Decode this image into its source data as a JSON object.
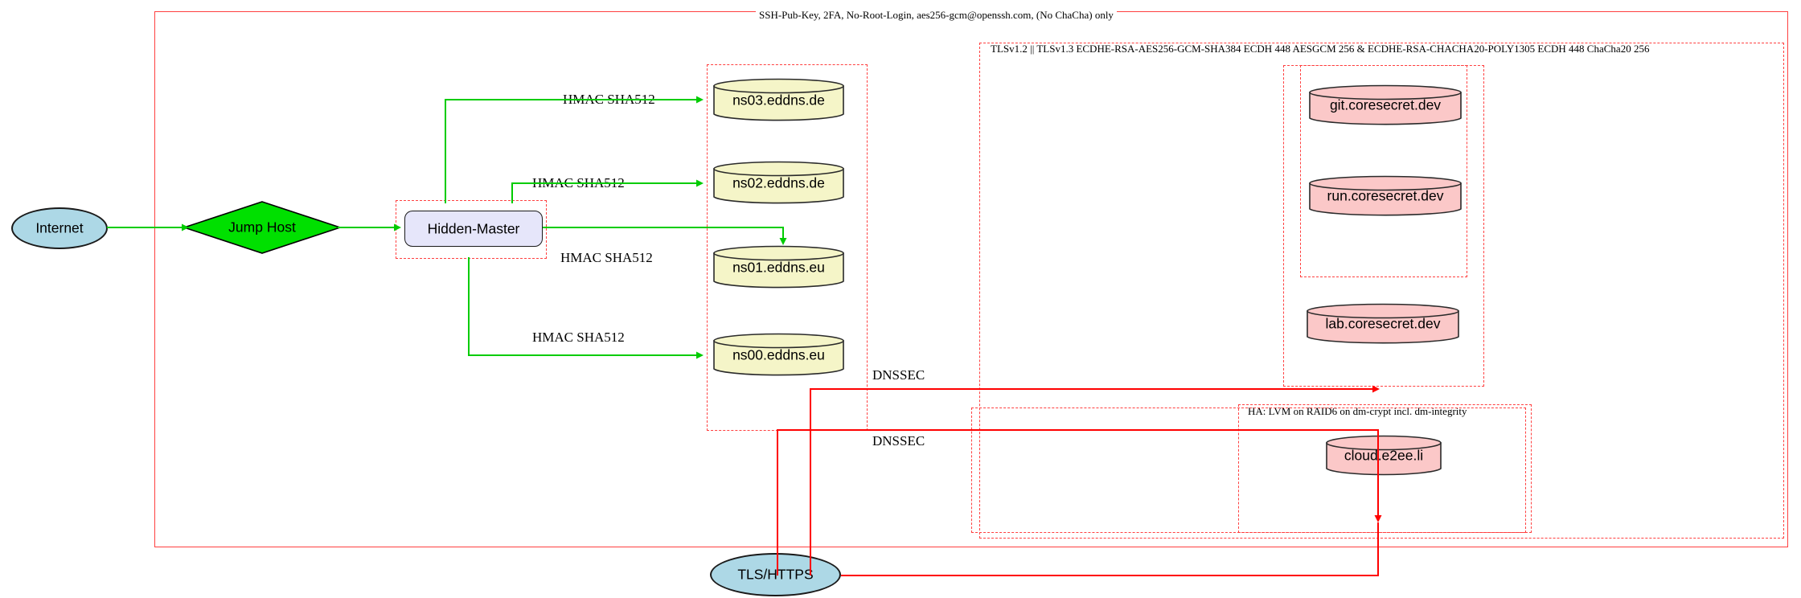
{
  "diagram": {
    "title": "Infrastructure Security Topology",
    "colors": {
      "cluster_border": "#ff4040",
      "green_edge": "#00cc00",
      "red_edge": "#ff0000",
      "internet_fill": "#add8e6",
      "jumphost_fill": "#00e000",
      "hiddenmaster_fill": "#e6e6fa",
      "ns_fill": "#f5f5c8",
      "secret_fill": "#fbc8c8",
      "tls_fill": "#add8e6",
      "node_stroke": "#1a1a1a"
    }
  },
  "clusters": {
    "ssh": {
      "label": "SSH-Pub-Key, 2FA, No-Root-Login, aes256-gcm@openssh.com, (No ChaCha) only"
    },
    "tls": {
      "label": "TLSv1.2 || TLSv1.3 ECDHE-RSA-AES256-GCM-SHA384 ECDH 448 AESGCM 256 & ECDHE-RSA-CHACHA20-POLY1305 ECDH 448 ChaCha20 256"
    },
    "ha": {
      "label": "HA: LVM on RAID6 on dm-crypt incl. dm-integrity"
    },
    "hidden_master": {
      "label": ""
    },
    "nameservers": {
      "label": ""
    },
    "coresecret": {
      "label": ""
    },
    "coresecret_inner": {
      "label": ""
    },
    "cloud": {
      "label": ""
    }
  },
  "nodes": {
    "internet": {
      "label": "Internet",
      "shape": "ellipse"
    },
    "jump_host": {
      "label": "Jump Host",
      "shape": "diamond"
    },
    "hidden_master": {
      "label": "Hidden-Master",
      "shape": "rounded-rect"
    },
    "ns03": {
      "label": "ns03.eddns.de",
      "shape": "cylinder"
    },
    "ns02": {
      "label": "ns02.eddns.de",
      "shape": "cylinder"
    },
    "ns01": {
      "label": "ns01.eddns.eu",
      "shape": "cylinder"
    },
    "ns00": {
      "label": "ns00.eddns.eu",
      "shape": "cylinder"
    },
    "git": {
      "label": "git.coresecret.dev",
      "shape": "cylinder"
    },
    "run": {
      "label": "run.coresecret.dev",
      "shape": "cylinder"
    },
    "lab": {
      "label": "lab.coresecret.dev",
      "shape": "cylinder"
    },
    "cloud": {
      "label": "cloud.e2ee.li",
      "shape": "cylinder"
    },
    "tls_https": {
      "label": "TLS/HTTPS",
      "shape": "ellipse"
    }
  },
  "edge_labels": {
    "hmac_ns03": "HMAC SHA512",
    "hmac_ns02": "HMAC SHA512",
    "hmac_ns01": "HMAC SHA512",
    "hmac_ns00": "HMAC SHA512",
    "dnssec_upper": "DNSSEC",
    "dnssec_lower": "DNSSEC"
  }
}
